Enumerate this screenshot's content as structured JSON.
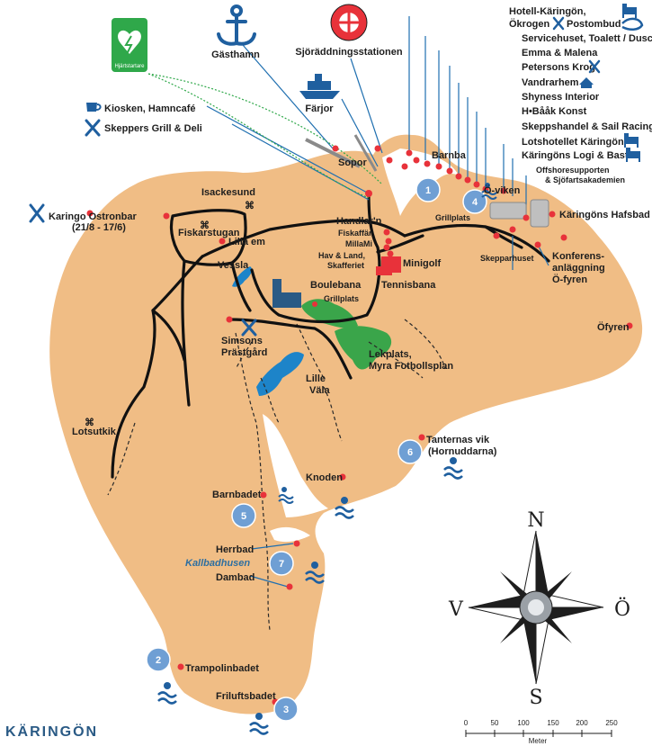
{
  "colors": {
    "land": "#f0bd85",
    "road": "#111111",
    "leader": "#1f6fb0",
    "poi": "#e8323a",
    "badge": "#6f9fd4",
    "water": "#1d84c9",
    "green": "#3aa54a",
    "brand": "#2a5a85"
  },
  "top_icons": {
    "hjartstartare": "Hjärtstartare",
    "gasthamn": "Gästhamn",
    "sjoraddning": "Sjöräddningsstationen",
    "farjor": "Färjor"
  },
  "services": [
    {
      "label": "Hotell-Käringön,",
      "icon": "bed-icon"
    },
    {
      "label": "Ökrogen",
      "icon": "fork-knife-icon"
    },
    {
      "label": "Postombud",
      "icon": "post-horn-icon"
    },
    {
      "label": "Servicehuset, Toalett / Dusch"
    },
    {
      "label": "Emma & Malena"
    },
    {
      "label": "Petersons Krog",
      "icon": "fork-knife-icon"
    },
    {
      "label": "Vandrarhem",
      "icon": "hostel-icon"
    },
    {
      "label": "Shyness Interior"
    },
    {
      "label": "H•Bååk Konst"
    },
    {
      "label": "Skeppshandel & Sail Racing"
    },
    {
      "label": "Lotshotellet Käringön",
      "icon": "bed-icon"
    },
    {
      "label": "Käringöns Logi & Bastu",
      "icon": "bed-icon"
    },
    {
      "label": "Offshoresupporten"
    },
    {
      "label": "& Sjöfartsakademien"
    }
  ],
  "left_services": {
    "kiosken": "Kiosken, Hamncafé",
    "skeppers": "Skeppers Grill & Deli",
    "ostronbar": "Karingo Ostronbar",
    "ostronbar_dates": "(21/8 - 17/6)"
  },
  "places": {
    "sopor": "Sopor",
    "isackesund": "Isackesund",
    "fiskarstugan": "Fiskarstugan",
    "lilla_em": "Lilla em",
    "vessla": "Vessla",
    "handlarn": "Handlar'n",
    "fiskaffar": "Fiskaffär",
    "millami": "MillaMi",
    "hav_land": "Hav & Land,",
    "skafferiet": "Skafferiet",
    "minigolf": "Minigolf",
    "tennisbana": "Tennisbana",
    "boulebana": "Boulebana",
    "grillplats": "Grillplats",
    "grillplats2": "Grillplats",
    "barnbadet_top": "Barnba",
    "o_viken": "Ö-viken",
    "hafsbad": "Käringöns Hafsbad",
    "skepparhuset": "Skepparhuset",
    "konferens_1": "Konferens-",
    "konferens_2": "anläggning",
    "konferens_3": "Ö-fyren",
    "ofyren": "Öfyren",
    "simsons_1": "Simsons",
    "simsons_2": "Prästgård",
    "lekplats_1": "Lekplats,",
    "lekplats_2": "Myra Fotbollsplan",
    "lille_1": "Lille",
    "lille_2": "Väla",
    "lotsutkik": "Lotsutkik",
    "tanternas_1": "Tanternas vik",
    "tanternas_2": "(Hornuddarna)",
    "knoden": "Knoden",
    "barnbadet": "Barnbadet",
    "herrbad": "Herrbad",
    "kallbadhusen": "Kallbadhusen",
    "dambad": "Dambad",
    "trampolinbadet": "Trampolinbadet",
    "friluftsbadet": "Friluftsbadet"
  },
  "badges": [
    "1",
    "2",
    "3",
    "4",
    "5",
    "6",
    "7"
  ],
  "compass": {
    "n": "N",
    "s": "S",
    "v": "V",
    "o": "Ö"
  },
  "scale": {
    "ticks": [
      "0",
      "50",
      "100",
      "150",
      "200",
      "250"
    ],
    "unit": "Meter"
  },
  "brand": "KÄRINGÖN"
}
